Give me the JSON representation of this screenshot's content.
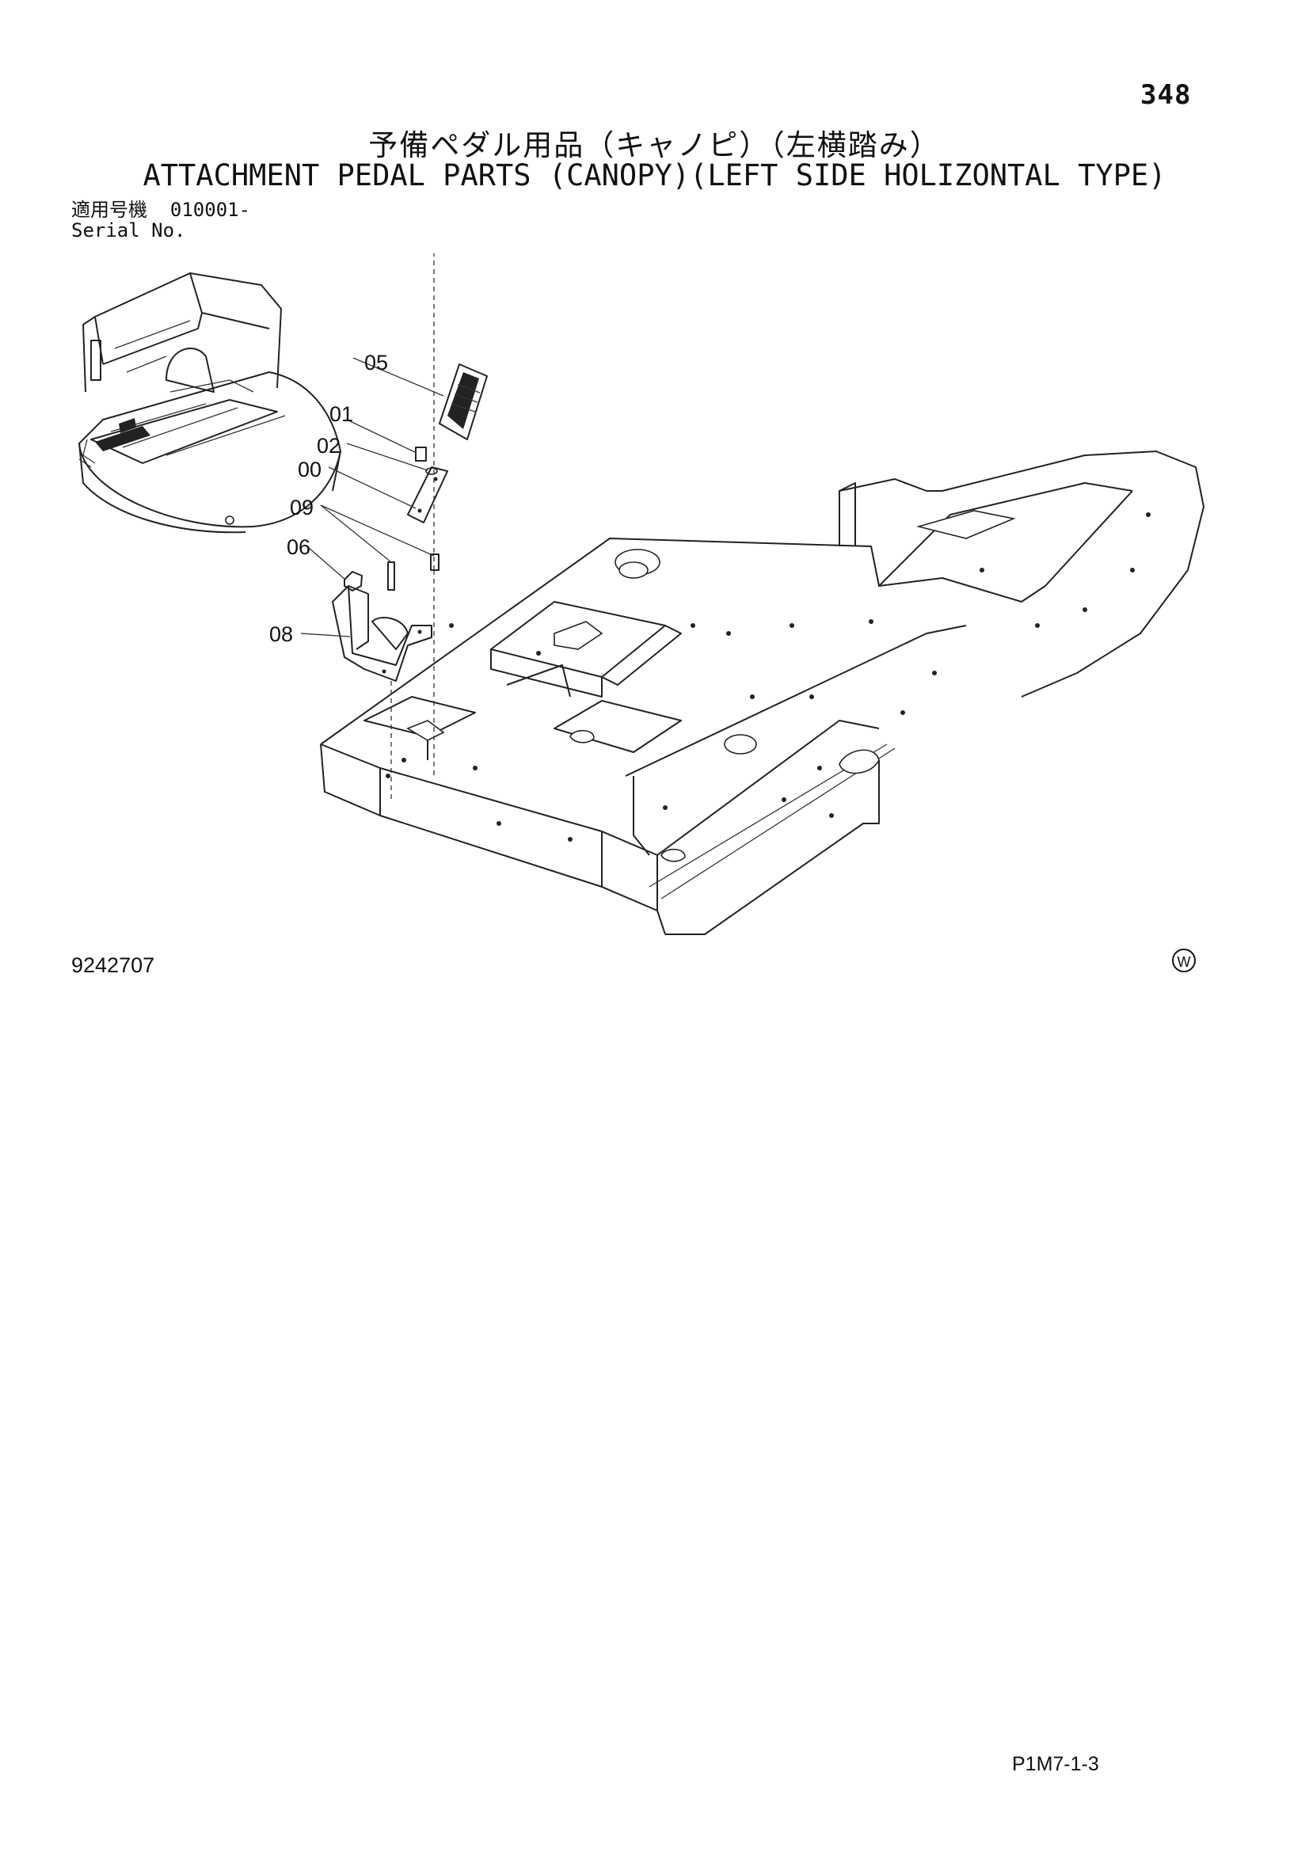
{
  "page_number": "348",
  "title_jp": "予備ペダル用品（キャノピ）（左横踏み）",
  "title_en": "ATTACHMENT PEDAL PARTS (CANOPY)(LEFT SIDE HOLIZONTAL TYPE)",
  "serial": {
    "label_jp": "適用号機",
    "value": "010001-",
    "label_en": "Serial No."
  },
  "callouts": {
    "c05": "05",
    "c01": "01",
    "c02": "02",
    "c00": "00",
    "c09": "09",
    "c06": "06",
    "c08": "08"
  },
  "drawing_number": "9242707",
  "w_mark": "W",
  "footer_code": "P1M7-1-3"
}
